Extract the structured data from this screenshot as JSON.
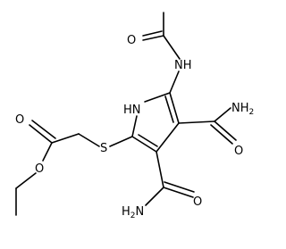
{
  "molecule": {
    "atoms": {
      "o_acetyl": "O",
      "nh_amide": "NH",
      "nh_ring": "HN",
      "nh2_right": "NH",
      "nh2_right_sub": "2",
      "o_right": "O",
      "o_ester_carbonyl": "O",
      "o_ester": "O",
      "s_thioether": "S",
      "h2n_bottom": "H",
      "h2n_bottom_sub": "2",
      "h2n_bottom_n": "N",
      "o_bottom": "O"
    }
  }
}
